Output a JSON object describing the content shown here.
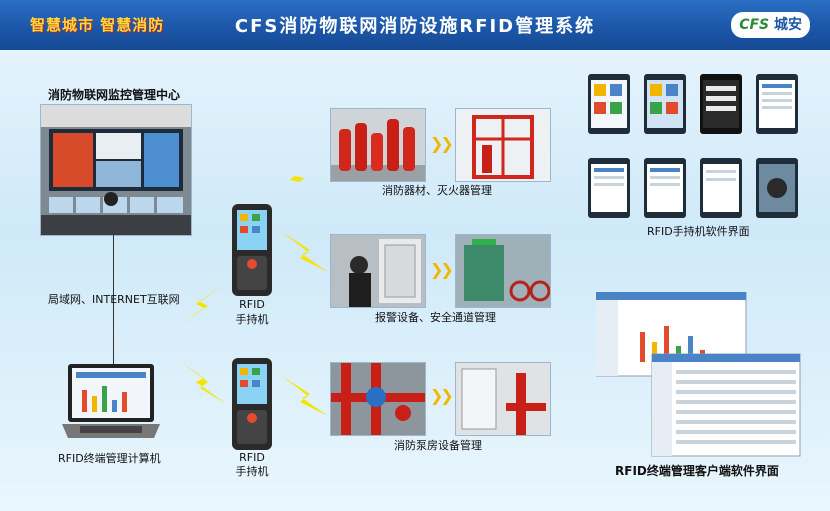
{
  "header": {
    "slogan": "智慧城市 智慧消防",
    "title": "CFS消防物联网消防设施RFID管理系统",
    "logo_mark": "CFS",
    "logo_text": "城安"
  },
  "labels": {
    "monitor_center": "消防物联网监控管理中心",
    "network": "局域网、INTERNET互联网",
    "terminal_computer": "RFID终端管理计算机",
    "handheld_top_1": "RFID",
    "handheld_top_2": "手持机",
    "handheld_bottom_1": "RFID",
    "handheld_bottom_2": "手持机",
    "extinguisher": "消防器材、灭火器管理",
    "alarm": "报警设备、安全通道管理",
    "pump_room": "消防泵房设备管理",
    "handheld_software": "RFID手持机软件界面",
    "client_software": "RFID终端管理客户端软件界面"
  },
  "colors": {
    "header_blue": "#1b55a6",
    "slogan_yellow": "#ffd93b",
    "bolt_yellow": "#f5e400",
    "arrow_yellow": "#f2b600"
  }
}
